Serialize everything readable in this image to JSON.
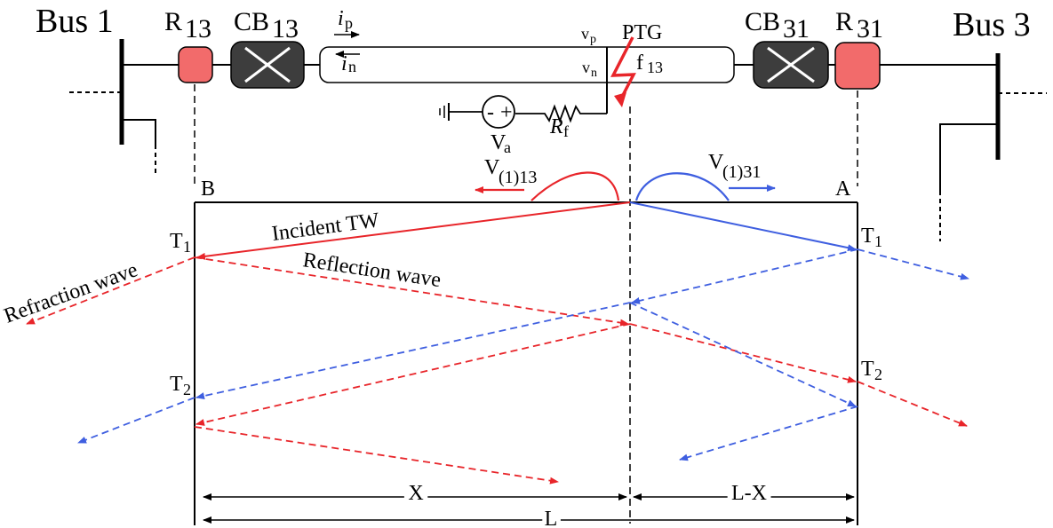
{
  "buses": {
    "left": "Bus 1",
    "right": "Bus 3"
  },
  "relays": {
    "left": "R",
    "left_sub": "13",
    "right": "R",
    "right_sub": "31"
  },
  "breakers": {
    "left": "CB",
    "left_sub": "13",
    "right": "CB",
    "right_sub": "31"
  },
  "currents": {
    "positive": "i",
    "positive_sub": "p",
    "negative": "i",
    "negative_sub": "n"
  },
  "voltages": {
    "positive": "v",
    "positive_sub": "p",
    "negative": "v",
    "negative_sub": "n"
  },
  "fault": {
    "type": "PTG",
    "name": "f",
    "name_sub": "13"
  },
  "source": {
    "name": "V",
    "name_sub": "a",
    "minus": "-",
    "plus": "+"
  },
  "resistor": {
    "name": "R",
    "name_sub": "f"
  },
  "wave_labels": {
    "left": "V",
    "left_sub": "(1)13",
    "right": "V",
    "right_sub": "(1)31"
  },
  "ends": {
    "left": "B",
    "right": "A"
  },
  "times": {
    "t1_left": "T",
    "t1_left_sub": "1",
    "t1_right": "T",
    "t1_right_sub": "1",
    "t2_left": "T",
    "t2_left_sub": "2",
    "t2_right": "T",
    "t2_right_sub": "2"
  },
  "annotations": {
    "incident": "Incident TW",
    "refraction": "Refraction wave",
    "reflection": "Reflection wave"
  },
  "dimensions": {
    "x": "X",
    "lx": "L-X",
    "l": "L"
  },
  "colors": {
    "red": "#e8252a",
    "blue": "#3f5fe0",
    "relay_fill": "#f26b6b",
    "breaker_fill": "#3d3d3d"
  }
}
